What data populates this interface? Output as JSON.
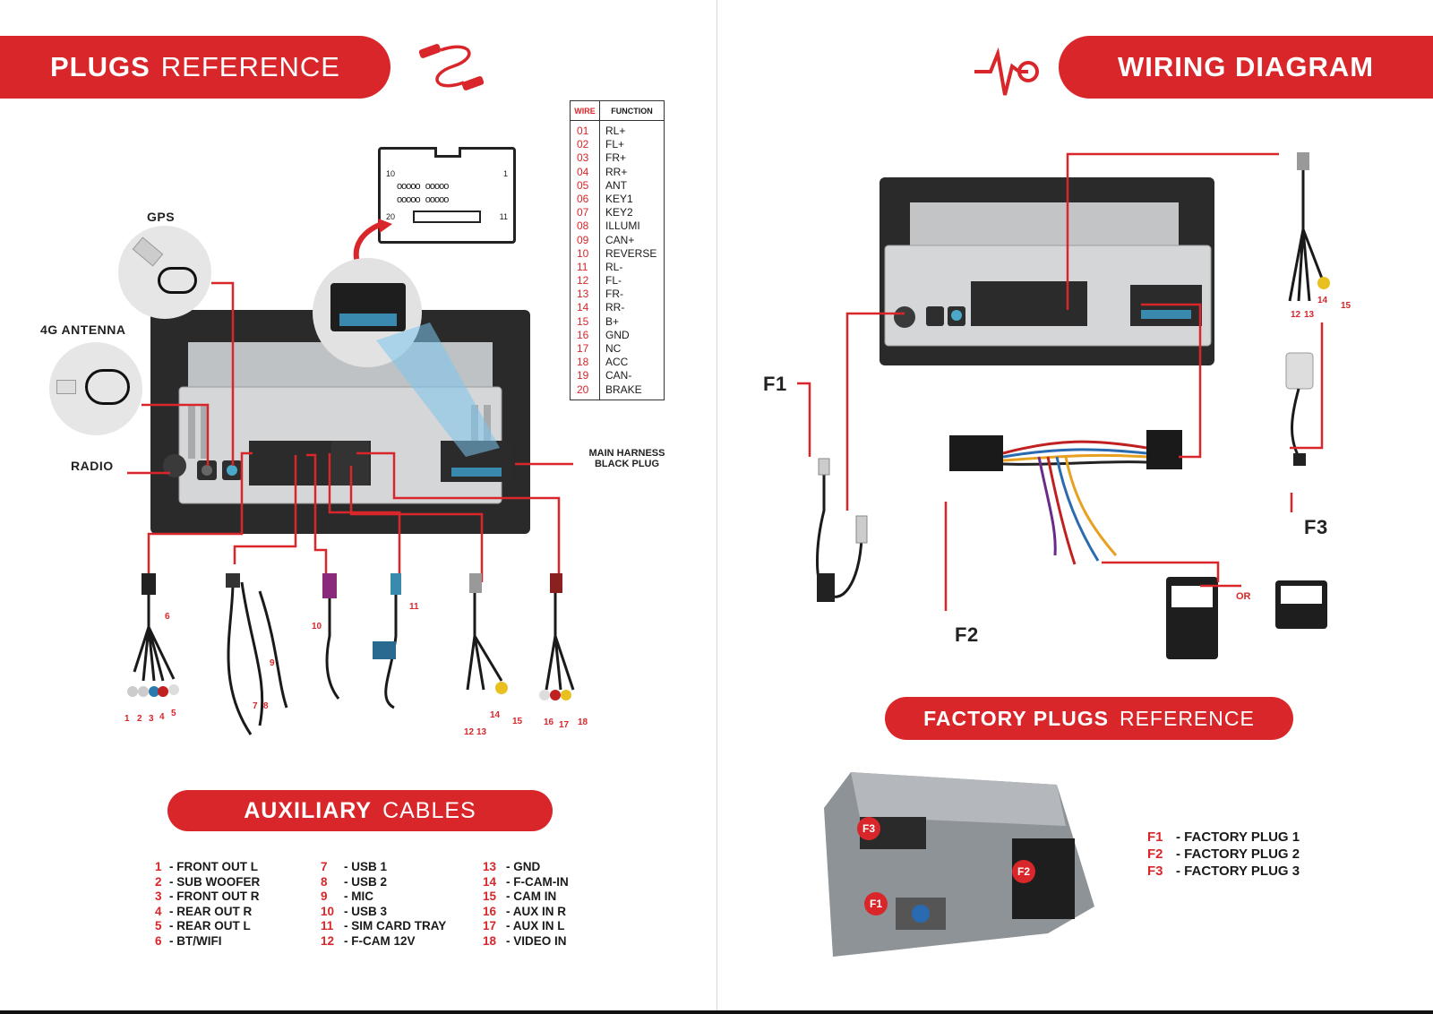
{
  "left": {
    "header": {
      "bold": "PLUGS",
      "light": "REFERENCE"
    },
    "labels": {
      "gps": "GPS",
      "antenna": "4G ANTENNA",
      "radio": "RADIO",
      "main_harness_1": "MAIN HARNESS",
      "main_harness_2": "BLACK PLUG"
    },
    "connector_pins": {
      "tl": "10",
      "tr": "1",
      "bl": "20",
      "br": "11"
    },
    "table": {
      "col_wire": "WIRE",
      "col_function": "FUNCTION",
      "rows": [
        {
          "wire": "01",
          "function": "RL+"
        },
        {
          "wire": "02",
          "function": "FL+"
        },
        {
          "wire": "03",
          "function": "FR+"
        },
        {
          "wire": "04",
          "function": "RR+"
        },
        {
          "wire": "05",
          "function": "ANT"
        },
        {
          "wire": "06",
          "function": "KEY1"
        },
        {
          "wire": "07",
          "function": "KEY2"
        },
        {
          "wire": "08",
          "function": "ILLUMI"
        },
        {
          "wire": "09",
          "function": "CAN+"
        },
        {
          "wire": "10",
          "function": "REVERSE"
        },
        {
          "wire": "11",
          "function": "RL-"
        },
        {
          "wire": "12",
          "function": "FL-"
        },
        {
          "wire": "13",
          "function": "FR-"
        },
        {
          "wire": "14",
          "function": "RR-"
        },
        {
          "wire": "15",
          "function": "B+"
        },
        {
          "wire": "16",
          "function": "GND"
        },
        {
          "wire": "17",
          "function": "NC"
        },
        {
          "wire": "18",
          "function": "ACC"
        },
        {
          "wire": "19",
          "function": "CAN-"
        },
        {
          "wire": "20",
          "function": "BRAKE"
        }
      ]
    },
    "cable_numbers": {
      "n1": "1",
      "n2": "2",
      "n3": "3",
      "n4": "4",
      "n5": "5",
      "n6": "6",
      "n7": "7",
      "n8": "8",
      "n9": "9",
      "n10": "10",
      "n11": "11",
      "n12": "12",
      "n13": "13",
      "n14": "14",
      "n15": "15",
      "n16": "16",
      "n17": "17",
      "n18": "18"
    },
    "aux_header": {
      "bold": "AUXILIARY",
      "light": "CABLES"
    },
    "legend": [
      [
        {
          "n": "1",
          "d": "- FRONT OUT L"
        },
        {
          "n": "2",
          "d": "- SUB WOOFER"
        },
        {
          "n": "3",
          "d": "- FRONT OUT R"
        },
        {
          "n": "4",
          "d": "- REAR OUT R"
        },
        {
          "n": "5",
          "d": "- REAR OUT L"
        },
        {
          "n": "6",
          "d": "- BT/WIFI"
        }
      ],
      [
        {
          "n": "7",
          "d": "- USB 1"
        },
        {
          "n": "8",
          "d": "- USB 2"
        },
        {
          "n": "9",
          "d": "- MIC"
        },
        {
          "n": "10",
          "d": "- USB 3"
        },
        {
          "n": "11",
          "d": "- SIM CARD TRAY"
        },
        {
          "n": "12",
          "d": "- F-CAM 12V"
        }
      ],
      [
        {
          "n": "13",
          "d": "- GND"
        },
        {
          "n": "14",
          "d": "- F-CAM-IN"
        },
        {
          "n": "15",
          "d": "- CAM IN"
        },
        {
          "n": "16",
          "d": "- AUX IN R"
        },
        {
          "n": "17",
          "d": "- AUX IN L"
        },
        {
          "n": "18",
          "d": "- VIDEO IN"
        }
      ]
    ]
  },
  "right": {
    "header": {
      "bold": "WIRING DIAGRAM"
    },
    "labels": {
      "f1": "F1",
      "f2": "F2",
      "f3": "F3",
      "or": "OR",
      "n12": "12",
      "n13": "13",
      "n14": "14",
      "n15": "15"
    },
    "factory_header": {
      "bold": "FACTORY PLUGS",
      "light": "REFERENCE"
    },
    "photo_badges": {
      "f1": "F1",
      "f2": "F2",
      "f3": "F3"
    },
    "factory_legend": [
      {
        "k": "F1",
        "d": "- FACTORY PLUG 1"
      },
      {
        "k": "F2",
        "d": "- FACTORY PLUG 2"
      },
      {
        "k": "F3",
        "d": "- FACTORY PLUG 3"
      }
    ]
  },
  "colors": {
    "accent": "#d9262a",
    "dark": "#1a1a1a",
    "metal": "#c9cbcd"
  }
}
